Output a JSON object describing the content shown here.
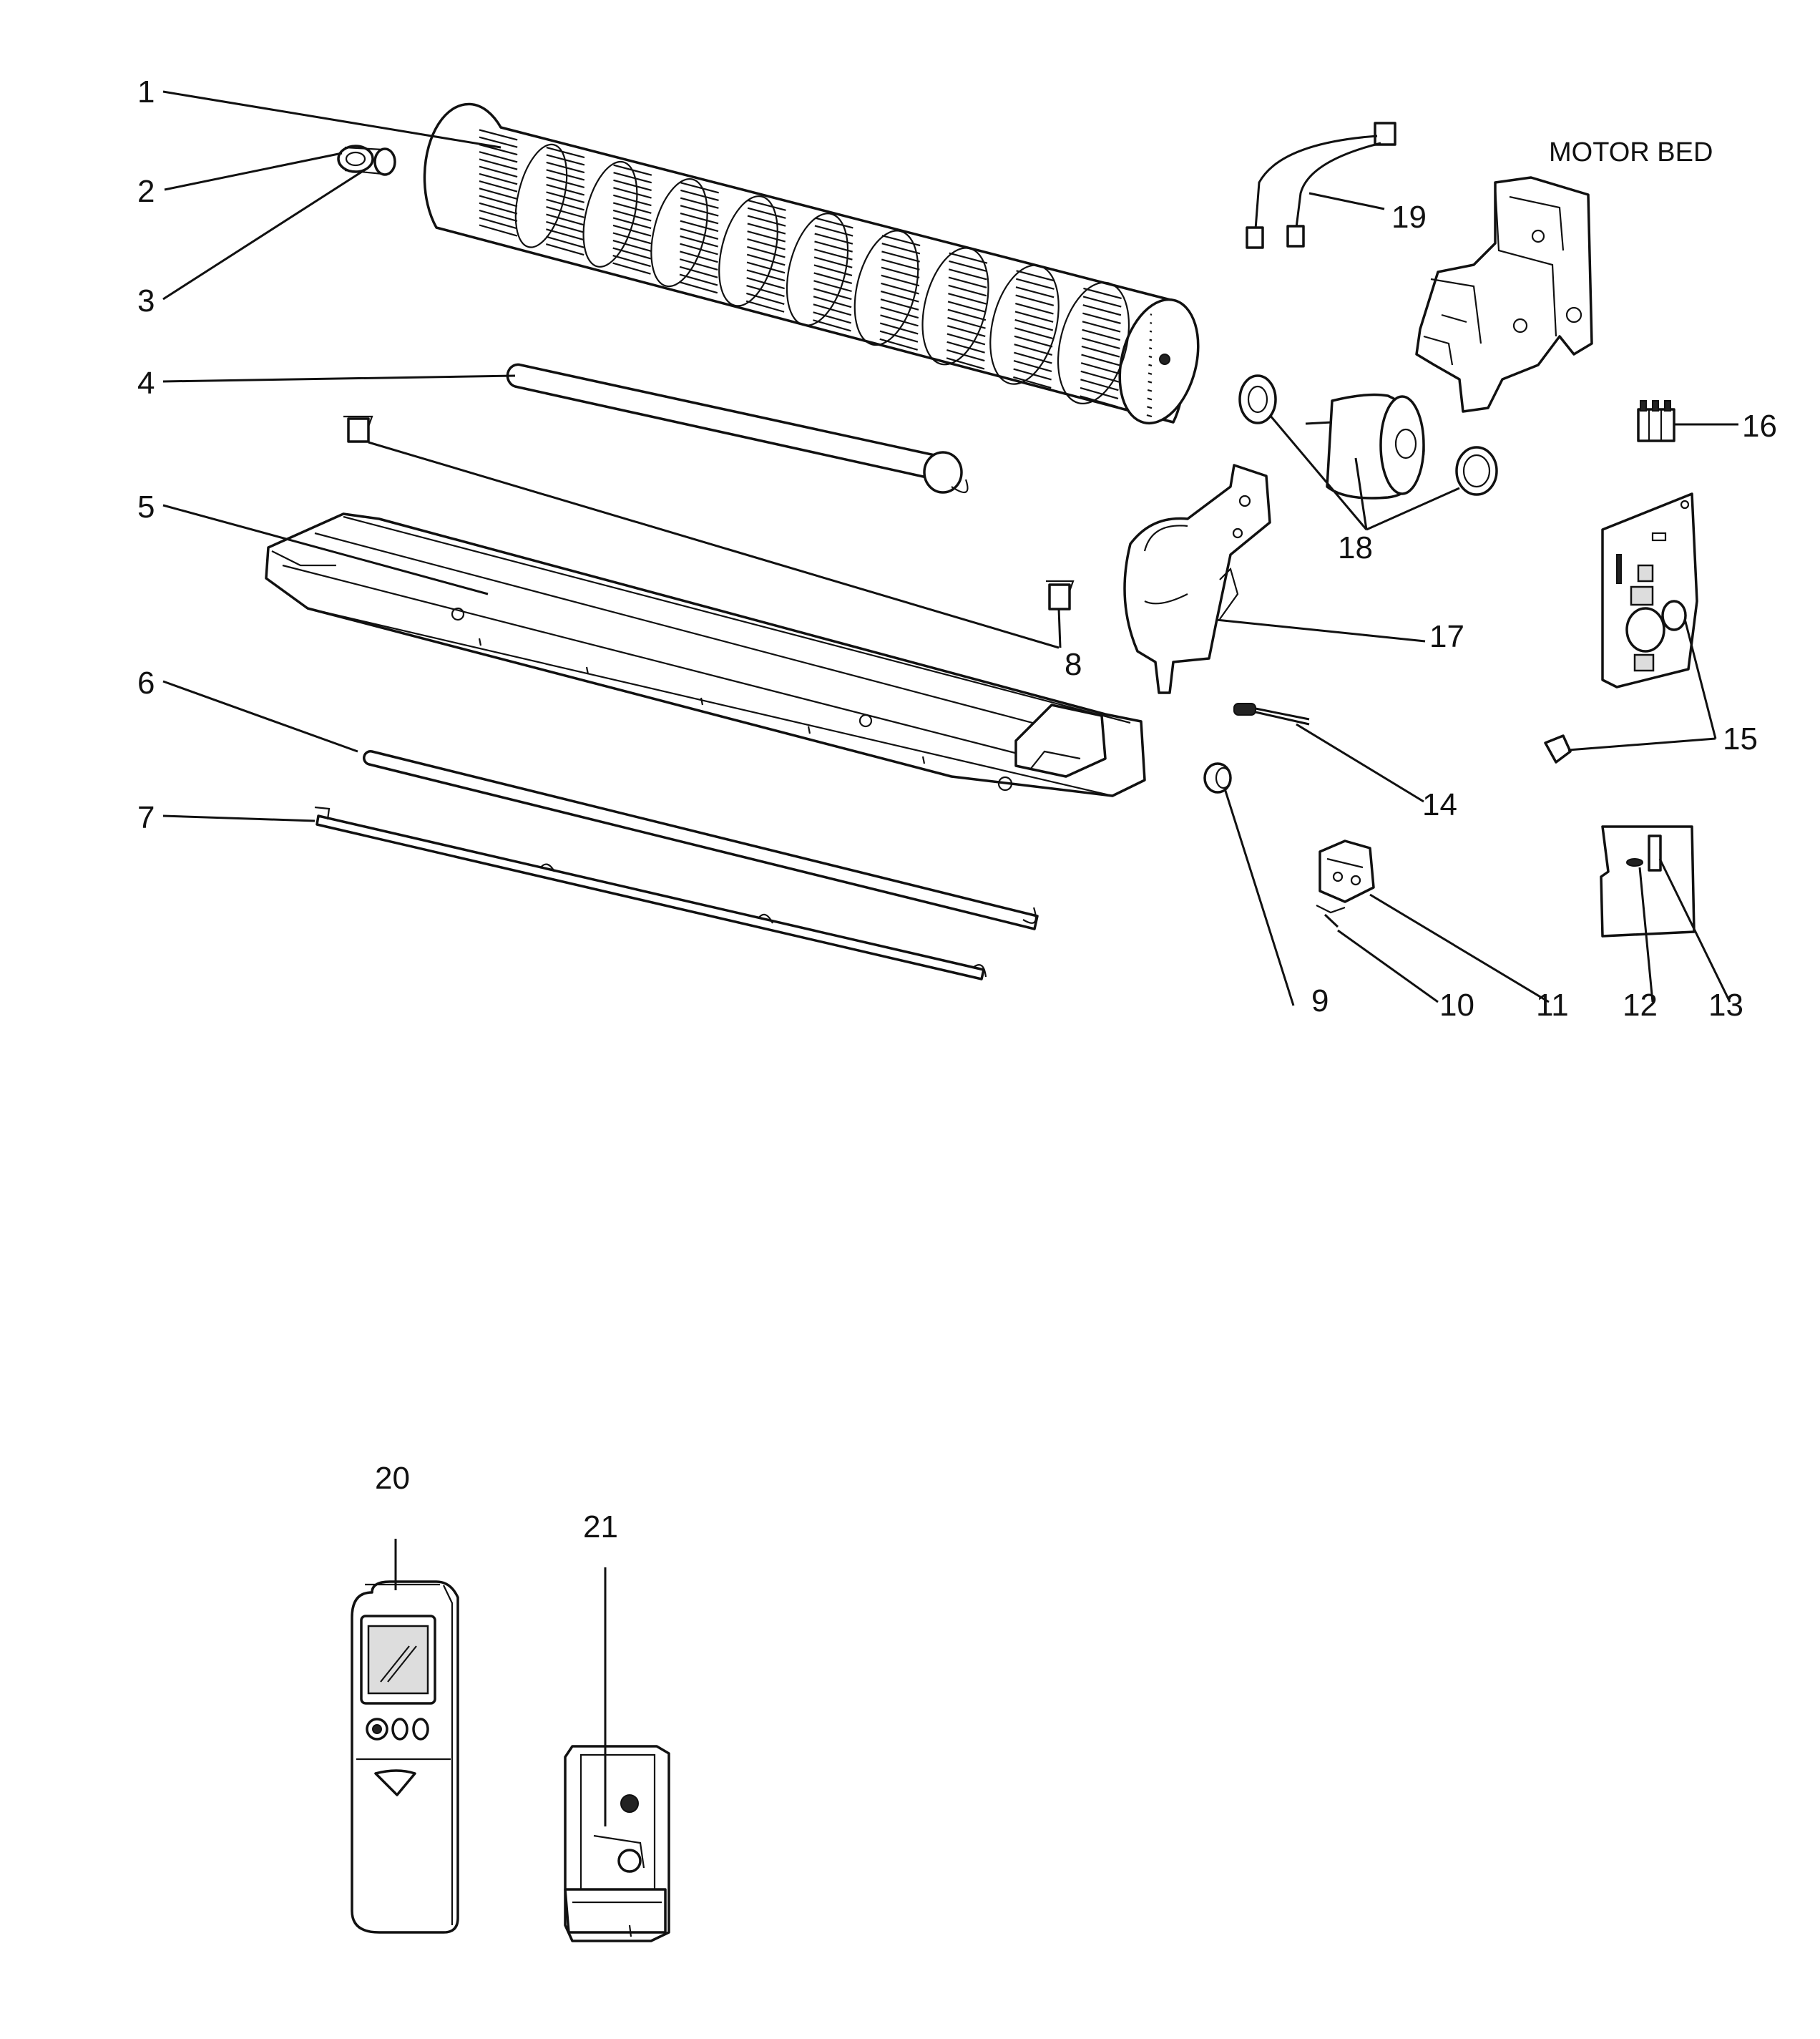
{
  "header": {
    "title": "MOTOR BED"
  },
  "callouts": [
    "1",
    "2",
    "3",
    "4",
    "5",
    "6",
    "7",
    "8",
    "9",
    "10",
    "11",
    "12",
    "13",
    "14",
    "15",
    "16",
    "17",
    "18",
    "19",
    "20",
    "21"
  ],
  "colors": {
    "line": "#111111",
    "background": "#ffffff"
  }
}
